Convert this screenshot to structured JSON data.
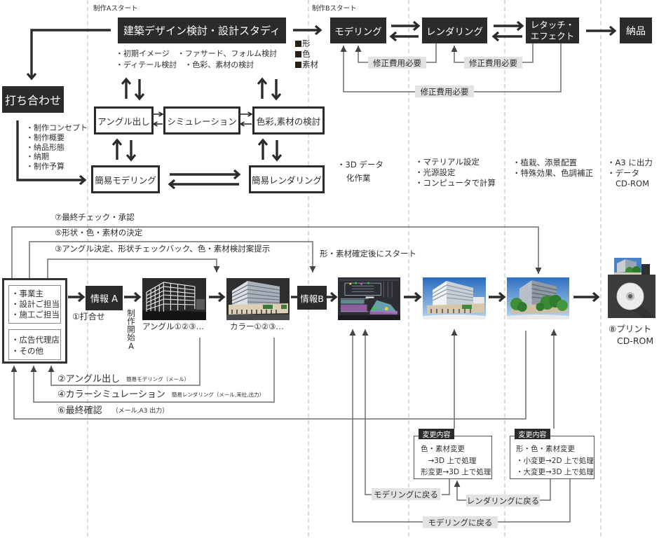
{
  "colors": {
    "dark_box": "#2b2b2b",
    "label_bg": "#e3e3e3",
    "connector": "#6e6e6e",
    "dashed_divider": "#bdbdbd",
    "handoff_square": "#2a1d12"
  },
  "icons": {
    "handoff_marker": "square-bullet-icon",
    "output_media": "cd-rom-icon"
  },
  "phase_markers": {
    "start_a": "制作Aスタート",
    "start_b": "制作Bスタート"
  },
  "planning": {
    "design_study": "建築デザイン検討・設計スタディ",
    "design_notes": [
      "・初期イメージ　・ファサード、フォルム検討",
      "・ディテール検討　・色彩、素材の検討"
    ],
    "handoff_items": [
      "形",
      "色",
      "素材"
    ],
    "meeting": "打ち合わせ",
    "meeting_items": [
      "・制作コンセプト",
      "・制作概要",
      "・納品形態",
      "・納期",
      "・制作予算"
    ],
    "angle": "アングル出し",
    "simulation": "シミュレーション",
    "color_material": "色彩,素材の検討",
    "simple_modeling": "簡易モデリング",
    "simple_rendering": "簡易レンダリング"
  },
  "production": {
    "modeling": "モデリング",
    "rendering": "レンダリング",
    "retouch": [
      "レタッチ・",
      "エフェクト"
    ],
    "delivery": "納品",
    "revision_cost_labels": [
      "修正費用必要",
      "修正費用必要",
      "修正費用必要"
    ]
  },
  "phase_notes": {
    "modeling": [
      "・3D データ",
      "化作業"
    ],
    "rendering": [
      "・マテリアル設定",
      "・光源設定",
      "・コンピュータで計算"
    ],
    "retouch": [
      "・植栽、添景配置",
      "・特殊効果、色調補正"
    ],
    "delivery": [
      "・A3 に出力",
      "・データ",
      "CD-ROM"
    ]
  },
  "client_flow": {
    "feedback": {
      "final_check": "⑦最終チェック・承認",
      "shape_decision": "⑤形状・色・素材の決定",
      "angle_decision": "③アングル決定、形状チェックバック、色・素材検討案提示",
      "start_after": "形・素材確定後にスタート"
    },
    "clients_primary": [
      "・事業主",
      "・設計ご担当",
      "・施工ご担当"
    ],
    "clients_secondary": [
      "・広告代理店",
      "・その他"
    ],
    "info_a": "情報 A",
    "meeting_step": "①打合せ",
    "production_start_a": "制作開始A",
    "angle_caption": "アングル①②③…",
    "color_caption": "カラー①②③…",
    "info_b": "情報B",
    "output_caption": [
      "⑧プリント",
      "CD-ROM"
    ],
    "returns": [
      {
        "label": "②アングル出し",
        "note": "簡易モデリング（メール）"
      },
      {
        "label": "④カラーシミュレーション",
        "note": "簡易レンダリング（メール,来社,出力）"
      },
      {
        "label": "⑥最終確認",
        "note": "（メール,A3 出力）"
      }
    ],
    "change_boxes": [
      {
        "tab": "変更内容",
        "lines": [
          "色・素材変更",
          "　→3D 上で処理",
          "形変更→3D 上で処理"
        ]
      },
      {
        "tab": "変更内容",
        "lines": [
          "形・色・素材変更",
          "・小変更→2D 上で処理",
          "・大変更→3D 上で処理"
        ]
      }
    ],
    "back_labels": {
      "to_modeling_short": "モデリングに戻る",
      "to_rendering": "レンダリングに戻る",
      "to_modeling_long": "モデリングに戻る"
    }
  },
  "thumbnails": {
    "angle_study": "wireframe-building-render",
    "color_study": "color-simulation-render",
    "cad_model": "cad-3d-model-screen",
    "rendered": "rendered-building-photo",
    "retouched": "retouched-building-with-trees"
  }
}
